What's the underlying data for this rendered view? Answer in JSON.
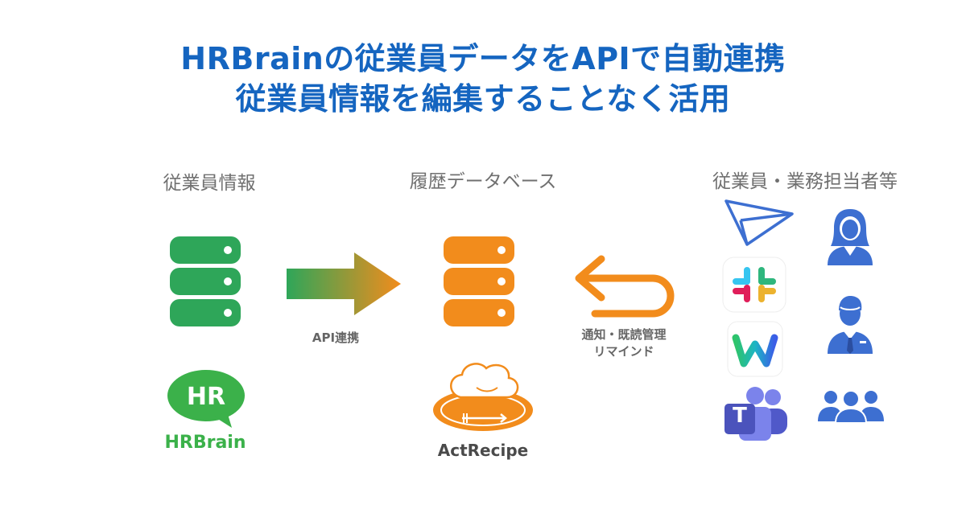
{
  "title": {
    "line1": "HRBrainの従業員データをAPIで自動連携",
    "line2": "従業員情報を編集することなく活用"
  },
  "columns": {
    "left": "従業員情報",
    "center": "履歴データベース",
    "right": "従業員・業務担当者等"
  },
  "arrows": {
    "api_label": "API連携",
    "notify_line1": "通知・既読管理",
    "notify_line2": "リマインド"
  },
  "logos": {
    "hrbrain_badge": "HR",
    "hrbrain_name": "HRBrain",
    "actrecipe_name": "ActRecipe",
    "teams_letter": "T"
  },
  "colors": {
    "title": "#1565c0",
    "db_green": "#2ea659",
    "db_orange": "#f28c1c",
    "arrow_start": "#2ea659",
    "arrow_end": "#f28c1c",
    "person_blue": "#3d6fd1",
    "hrbrain_green": "#3bb14a"
  }
}
